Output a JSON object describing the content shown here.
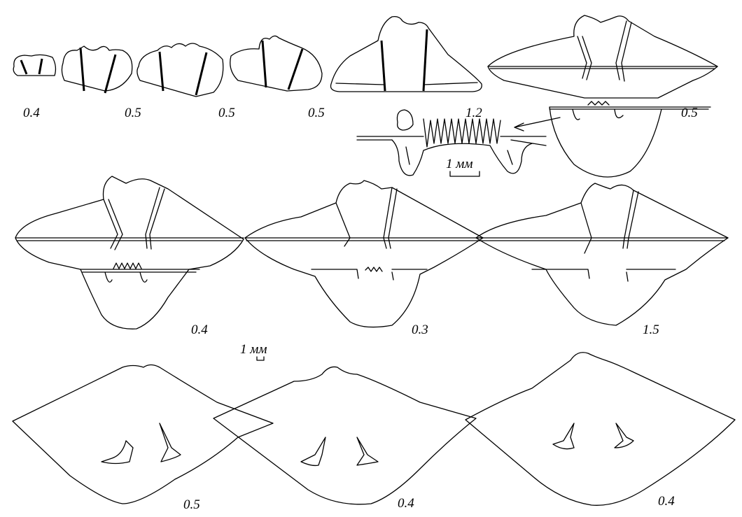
{
  "labels": {
    "row1": [
      "0.4",
      "0.5",
      "0.5",
      "0.5",
      "1.2",
      "0.5"
    ],
    "row2": [
      "0.4",
      "0.3",
      "1.5"
    ],
    "row3": [
      "0.5",
      "0.4",
      "0.4"
    ]
  },
  "scale_bars": {
    "inset": "1 мм",
    "main": "1 мм"
  }
}
